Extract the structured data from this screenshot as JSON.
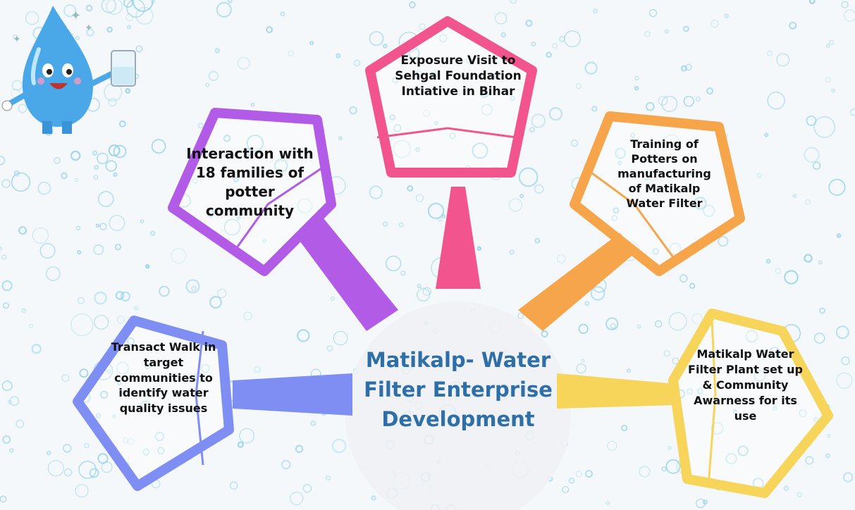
{
  "center": {
    "title": "Matikalp- Water Filter Enterprise Development"
  },
  "nodes": [
    {
      "id": "exposure",
      "text": "Exposure Visit to Sehgal Foundation Intiative in Bihar",
      "color": "#f2558e"
    },
    {
      "id": "interaction",
      "text": "Interaction with 18 families of potter community",
      "color": "#b25be6"
    },
    {
      "id": "training",
      "text": "Training of Potters on manufacturing of  Matikalp Water Filter",
      "color": "#f7a54a"
    },
    {
      "id": "transact",
      "text": "Transact Walk in target communities to identify water quality issues",
      "color": "#7e8ef3"
    },
    {
      "id": "plant",
      "text": "Matikalp Water Filter Plant set up & Community Awarness for its use",
      "color": "#f7d45a"
    }
  ],
  "colors": {
    "background": "#f4f8fa",
    "bubbles": "#8fd0e6",
    "center_text": "#2f6fa8",
    "mascot": "#4aa8e8"
  },
  "icons": [
    "water-drop-mascot-icon"
  ]
}
